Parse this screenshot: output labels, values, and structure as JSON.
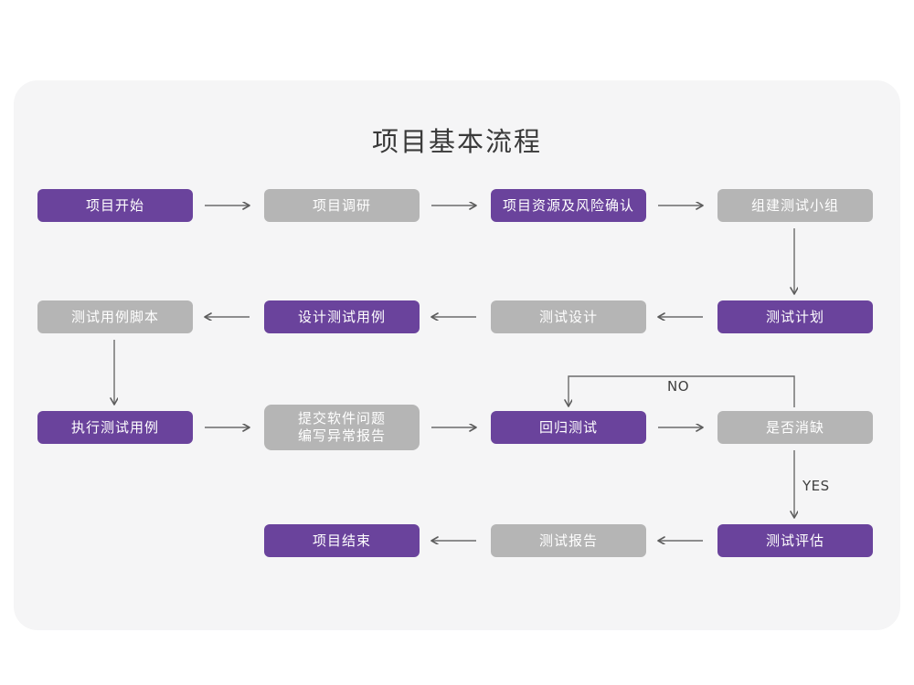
{
  "page": {
    "background_color": "#ffffff",
    "panel_color": "#f5f5f6"
  },
  "chart_data": {
    "type": "diagram",
    "diagram_kind": "flowchart",
    "title": "项目基本流程",
    "colors": {
      "accent_purple": "#6a439c",
      "neutral_gray": "#b5b5b5",
      "node_text": "#ffffff",
      "connector": "#6b6b6b",
      "title_text": "#3a3a3a",
      "panel": "#f5f5f6",
      "page": "#ffffff"
    },
    "nodes": [
      {
        "id": "n1",
        "label": "项目开始",
        "style": "purple",
        "row": 1,
        "col": 1
      },
      {
        "id": "n2",
        "label": "项目调研",
        "style": "gray",
        "row": 1,
        "col": 2
      },
      {
        "id": "n3",
        "label": "项目资源及风险确认",
        "style": "purple",
        "row": 1,
        "col": 3
      },
      {
        "id": "n4",
        "label": "组建测试小组",
        "style": "gray",
        "row": 1,
        "col": 4
      },
      {
        "id": "n5",
        "label": "测试用例脚本",
        "style": "gray",
        "row": 2,
        "col": 1
      },
      {
        "id": "n6",
        "label": "设计测试用例",
        "style": "purple",
        "row": 2,
        "col": 2
      },
      {
        "id": "n7",
        "label": "测试设计",
        "style": "gray",
        "row": 2,
        "col": 3
      },
      {
        "id": "n8",
        "label": "测试计划",
        "style": "purple",
        "row": 2,
        "col": 4
      },
      {
        "id": "n9",
        "label": "执行测试用例",
        "style": "purple",
        "row": 3,
        "col": 1
      },
      {
        "id": "n10",
        "label": "提交软件问题\n编写异常报告",
        "style": "gray",
        "row": 3,
        "col": 2
      },
      {
        "id": "n11",
        "label": "回归测试",
        "style": "purple",
        "row": 3,
        "col": 3
      },
      {
        "id": "n12",
        "label": "是否消缺",
        "style": "gray",
        "row": 3,
        "col": 4
      },
      {
        "id": "n13",
        "label": "项目结束",
        "style": "purple",
        "row": 4,
        "col": 2
      },
      {
        "id": "n14",
        "label": "测试报告",
        "style": "gray",
        "row": 4,
        "col": 3
      },
      {
        "id": "n15",
        "label": "测试评估",
        "style": "purple",
        "row": 4,
        "col": 4
      }
    ],
    "edges": [
      {
        "from": "n1",
        "to": "n2",
        "label": "",
        "direction": "right"
      },
      {
        "from": "n2",
        "to": "n3",
        "label": "",
        "direction": "right"
      },
      {
        "from": "n3",
        "to": "n4",
        "label": "",
        "direction": "right"
      },
      {
        "from": "n4",
        "to": "n8",
        "label": "",
        "direction": "down"
      },
      {
        "from": "n8",
        "to": "n7",
        "label": "",
        "direction": "left"
      },
      {
        "from": "n7",
        "to": "n6",
        "label": "",
        "direction": "left"
      },
      {
        "from": "n6",
        "to": "n5",
        "label": "",
        "direction": "left"
      },
      {
        "from": "n5",
        "to": "n9",
        "label": "",
        "direction": "down"
      },
      {
        "from": "n9",
        "to": "n10",
        "label": "",
        "direction": "right"
      },
      {
        "from": "n10",
        "to": "n11",
        "label": "",
        "direction": "right"
      },
      {
        "from": "n11",
        "to": "n12",
        "label": "",
        "direction": "right"
      },
      {
        "from": "n12",
        "to": "n11",
        "label": "NO",
        "direction": "loop-up-left"
      },
      {
        "from": "n12",
        "to": "n15",
        "label": "YES",
        "direction": "down"
      },
      {
        "from": "n15",
        "to": "n14",
        "label": "",
        "direction": "left"
      },
      {
        "from": "n14",
        "to": "n13",
        "label": "",
        "direction": "left"
      }
    ],
    "edge_labels": {
      "no": "NO",
      "yes": "YES"
    }
  }
}
